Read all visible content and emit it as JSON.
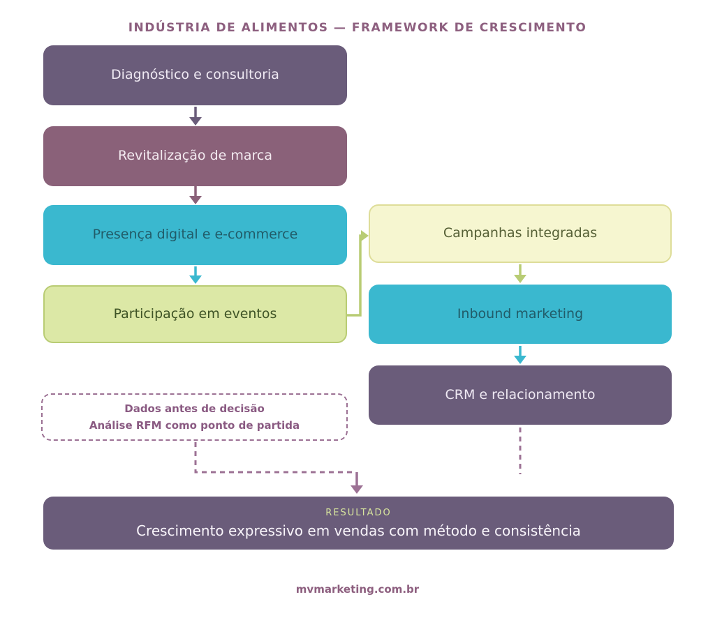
{
  "title": "INDÚSTRIA DE ALIMENTOS — FRAMEWORK DE CRESCIMENTO",
  "left_column": [
    {
      "label": "Diagnóstico e consultoria",
      "color": "#6a5c7a"
    },
    {
      "label": "Revitalização de marca",
      "color": "#8a6179"
    },
    {
      "label": "Presença digital e e-commerce",
      "color": "#3ab8cf"
    },
    {
      "label": "Participação em eventos",
      "color": "#dce8a6"
    }
  ],
  "right_column": [
    {
      "label": "Campanhas integradas",
      "color": "#f6f6d0"
    },
    {
      "label": "Inbound marketing",
      "color": "#3ab8cf"
    },
    {
      "label": "CRM e relacionamento",
      "color": "#6a5c7a"
    }
  ],
  "note": {
    "line1": "Dados antes de decisão",
    "line2": "Análise RFM como ponto de partida"
  },
  "result": {
    "kicker": "RESULTADO",
    "label": "Crescimento expressivo em vendas com método e consistência"
  },
  "footer": "mvmarketing.com.br",
  "connectors": [
    {
      "from": "Diagnóstico e consultoria",
      "to": "Revitalização de marca",
      "style": "solid-arrow",
      "color": "#6a5c7a"
    },
    {
      "from": "Revitalização de marca",
      "to": "Presença digital e e-commerce",
      "style": "solid-arrow",
      "color": "#8a6179"
    },
    {
      "from": "Presença digital e e-commerce",
      "to": "Participação em eventos",
      "style": "solid-arrow",
      "color": "#3ab8cf"
    },
    {
      "from": "Participação em eventos",
      "to": "Campanhas integradas",
      "style": "elbow-arrow",
      "color": "#b8cc74"
    },
    {
      "from": "Campanhas integradas",
      "to": "Inbound marketing",
      "style": "solid-arrow",
      "color": "#b8cc74"
    },
    {
      "from": "Inbound marketing",
      "to": "CRM e relacionamento",
      "style": "solid-arrow",
      "color": "#3ab8cf"
    },
    {
      "from": "CRM e relacionamento",
      "to": "RESULTADO",
      "style": "dashed-line",
      "color": "#9c7194"
    },
    {
      "from": "Dados antes de decisão / Análise RFM",
      "to": "RESULTADO",
      "style": "dashed-elbow-arrow",
      "color": "#9c7194"
    }
  ],
  "palette": {
    "background": "#ffffff",
    "purple": "#6a5c7a",
    "mauve": "#8a6179",
    "teal": "#3ab8cf",
    "teal_text": "#215c69",
    "green_fill": "#dce8a6",
    "green_border": "#b9cc74",
    "green_text": "#3f5426",
    "yellow_fill": "#f6f6d0",
    "yellow_border": "#dedd99",
    "yellow_text": "#566036",
    "accent_text": "#8d5f7f",
    "dashed_line": "#9c7194",
    "arrow_green": "#b8cc74",
    "result_kicker": "#d9e79e",
    "light_text": "#efe9f3"
  }
}
